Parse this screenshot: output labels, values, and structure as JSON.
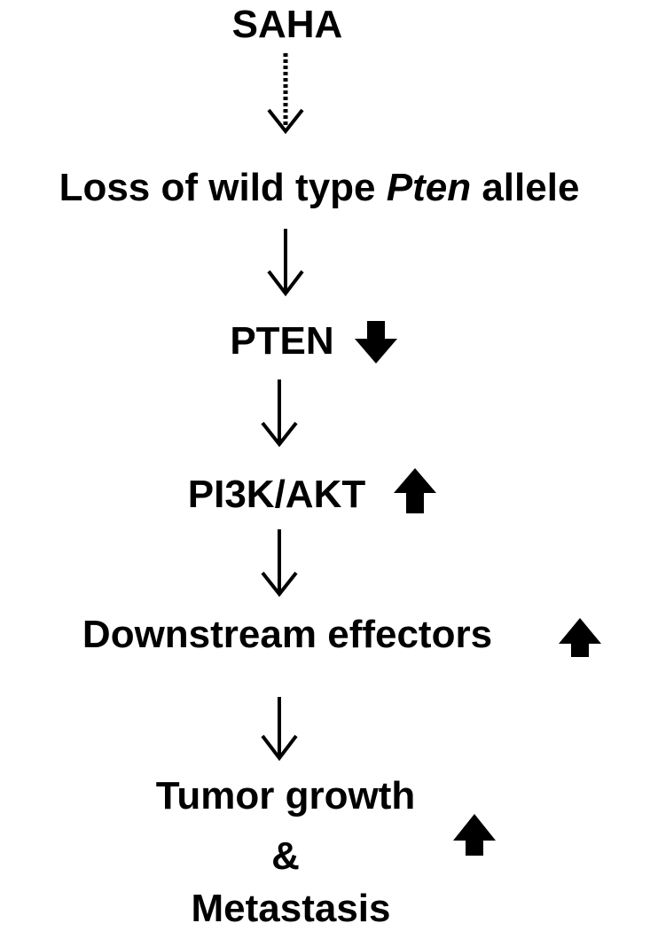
{
  "nodes": {
    "saha": "SAHA",
    "loss_prefix": "Loss of wild type ",
    "loss_gene": "Pten",
    "loss_suffix": " allele",
    "pten": "PTEN",
    "pi3k": "PI3K/AKT",
    "downstream": "Downstream effectors",
    "tumor": "Tumor growth",
    "ampersand": "&",
    "metastasis": "Metastasis"
  },
  "indicators": {
    "pten": "down-arrow-icon",
    "pi3k": "up-arrow-icon",
    "downstream": "up-arrow-icon",
    "tumor_metastasis": "up-arrow-icon"
  },
  "connectors": [
    {
      "from": "SAHA",
      "to": "Loss of wild type Pten allele",
      "style": "dotted"
    },
    {
      "from": "Loss of wild type Pten allele",
      "to": "PTEN",
      "style": "solid"
    },
    {
      "from": "PTEN",
      "to": "PI3K/AKT",
      "style": "solid"
    },
    {
      "from": "PI3K/AKT",
      "to": "Downstream effectors",
      "style": "solid"
    },
    {
      "from": "Downstream effectors",
      "to": "Tumor growth & Metastasis",
      "style": "solid"
    }
  ],
  "colors": {
    "text": "#000000",
    "background": "#ffffff"
  }
}
